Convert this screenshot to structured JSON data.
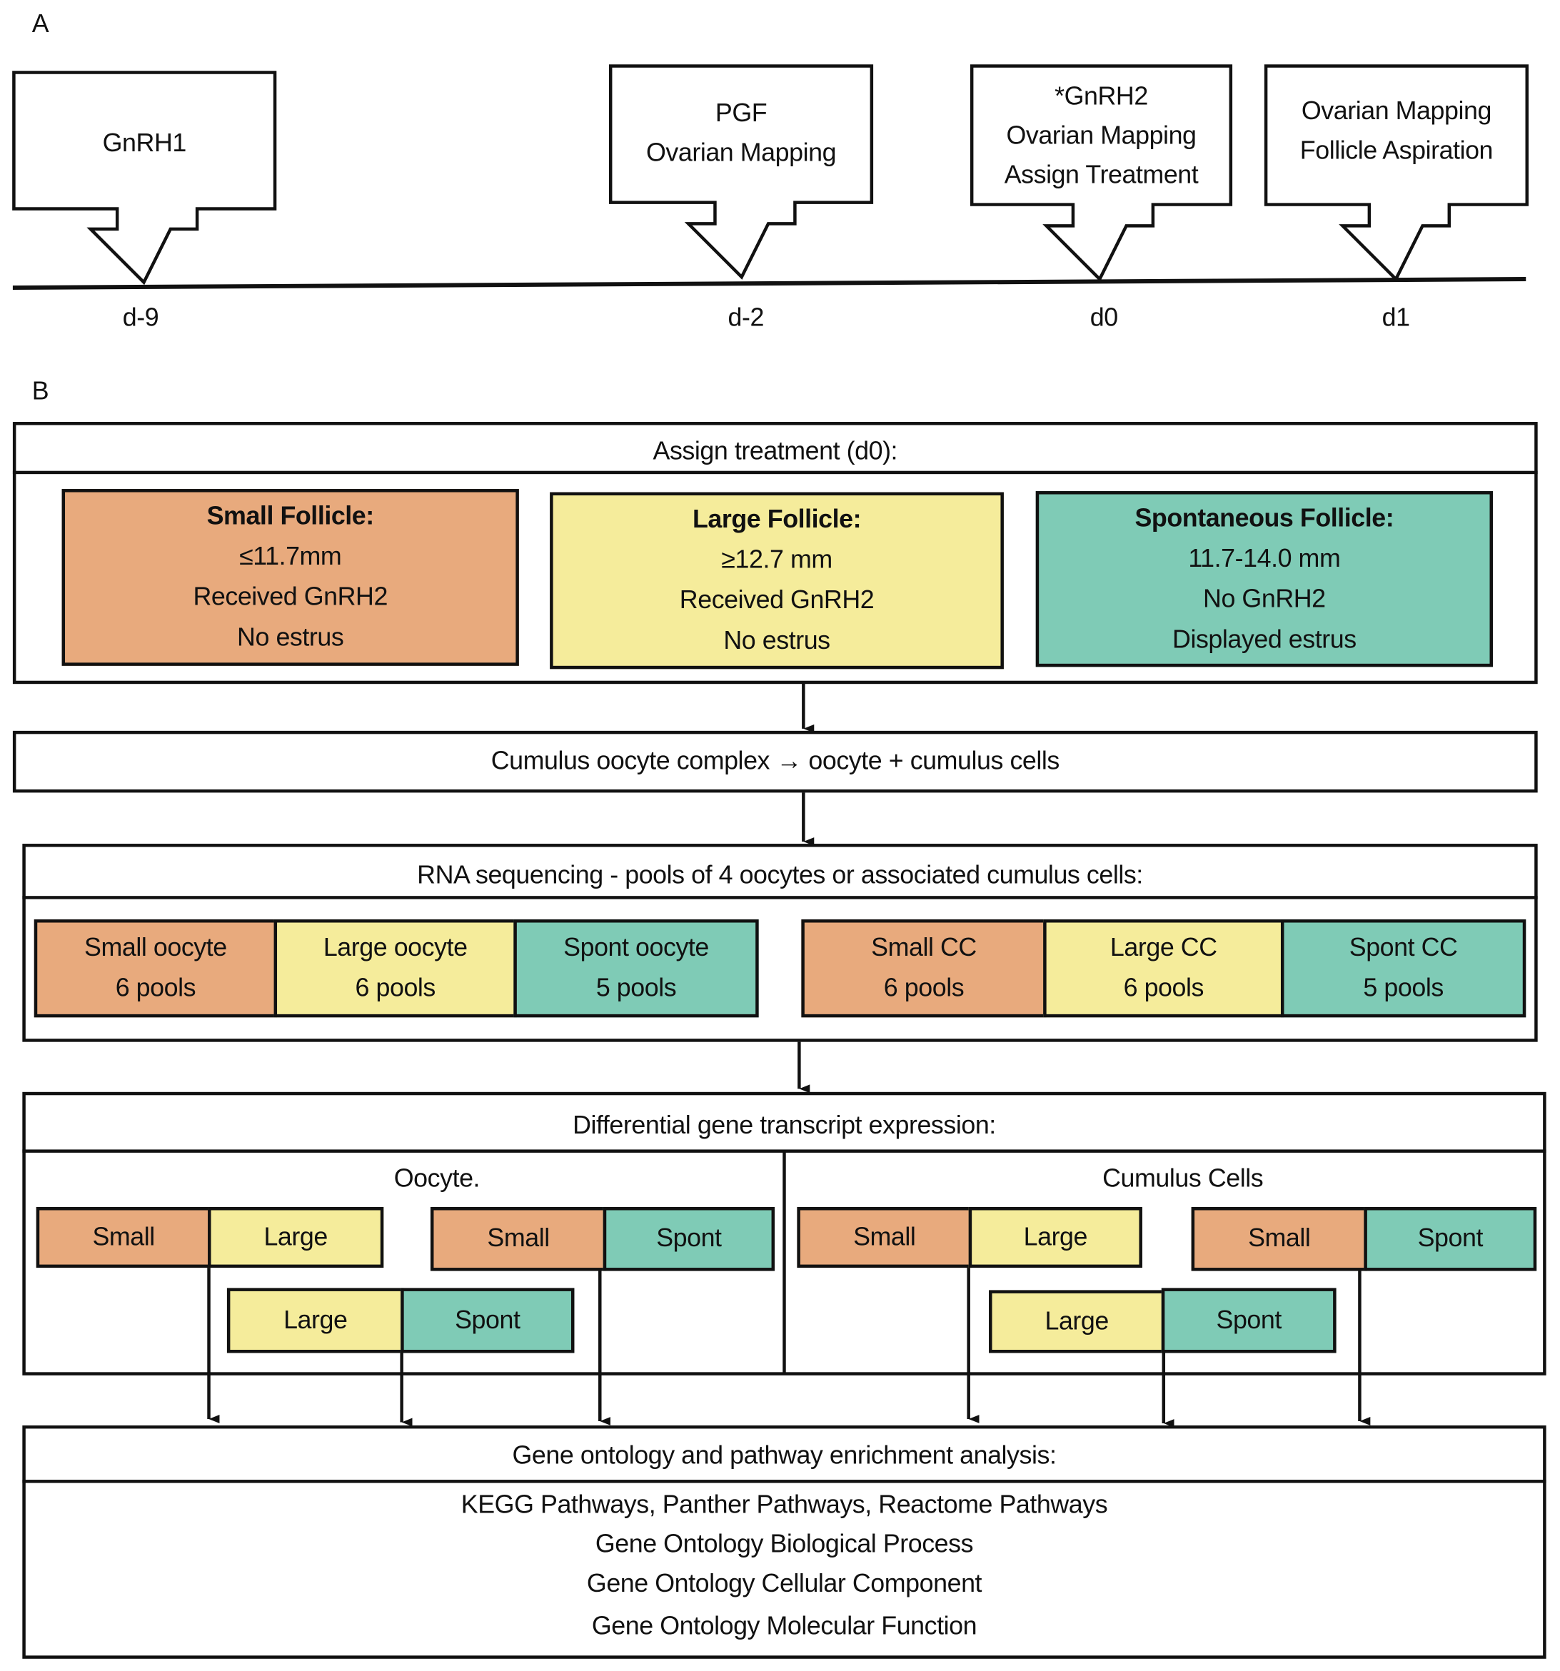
{
  "colors": {
    "small": "#E8AA7D",
    "large": "#F5EC9B",
    "spont": "#7FCBB6"
  },
  "panel_a": {
    "label": "A",
    "callouts": [
      {
        "lines": [
          "GnRH1"
        ],
        "day": "d-9"
      },
      {
        "lines": [
          "PGF",
          "Ovarian Mapping"
        ],
        "day": "d-2"
      },
      {
        "lines": [
          "*GnRH2",
          "Ovarian Mapping",
          "Assign Treatment"
        ],
        "day": "d0"
      },
      {
        "lines": [
          "Ovarian Mapping",
          "Follicle Aspiration"
        ],
        "day": "d1"
      }
    ]
  },
  "panel_b": {
    "label": "B",
    "assign": {
      "header": "Assign treatment (d0):",
      "groups": [
        {
          "title": "Small Follicle:",
          "lines": [
            "≤11.7mm",
            "Received GnRH2",
            "No estrus"
          ]
        },
        {
          "title": "Large Follicle:",
          "lines": [
            "≥12.7 mm",
            "Received GnRH2",
            "No estrus"
          ]
        },
        {
          "title": "Spontaneous Follicle:",
          "lines": [
            "11.7-14.0 mm",
            "No GnRH2",
            "Displayed estrus"
          ]
        }
      ]
    },
    "coc": "Cumulus oocyte complex → oocyte + cumulus cells",
    "rnaseq": {
      "header": "RNA sequencing - pools of 4 oocytes or associated cumulus cells:",
      "cells": [
        {
          "name": "Small oocyte",
          "pools": "6 pools"
        },
        {
          "name": "Large oocyte",
          "pools": "6 pools"
        },
        {
          "name": "Spont oocyte",
          "pools": "5 pools"
        },
        {
          "name": "Small CC",
          "pools": "6 pools"
        },
        {
          "name": "Large CC",
          "pools": "6 pools"
        },
        {
          "name": "Spont CC",
          "pools": "5 pools"
        }
      ]
    },
    "dge": {
      "header": "Differential gene transcript expression:",
      "oocyte_label": "Oocyte.",
      "cc_label": "Cumulus Cells",
      "small": "Small",
      "large": "Large",
      "spont": "Spont"
    },
    "go": {
      "header": "Gene ontology and pathway enrichment analysis:",
      "lines": [
        "KEGG Pathways, Panther Pathways, Reactome Pathways",
        "Gene Ontology Biological Process",
        "Gene Ontology Cellular Component",
        "Gene Ontology Molecular Function"
      ]
    }
  }
}
